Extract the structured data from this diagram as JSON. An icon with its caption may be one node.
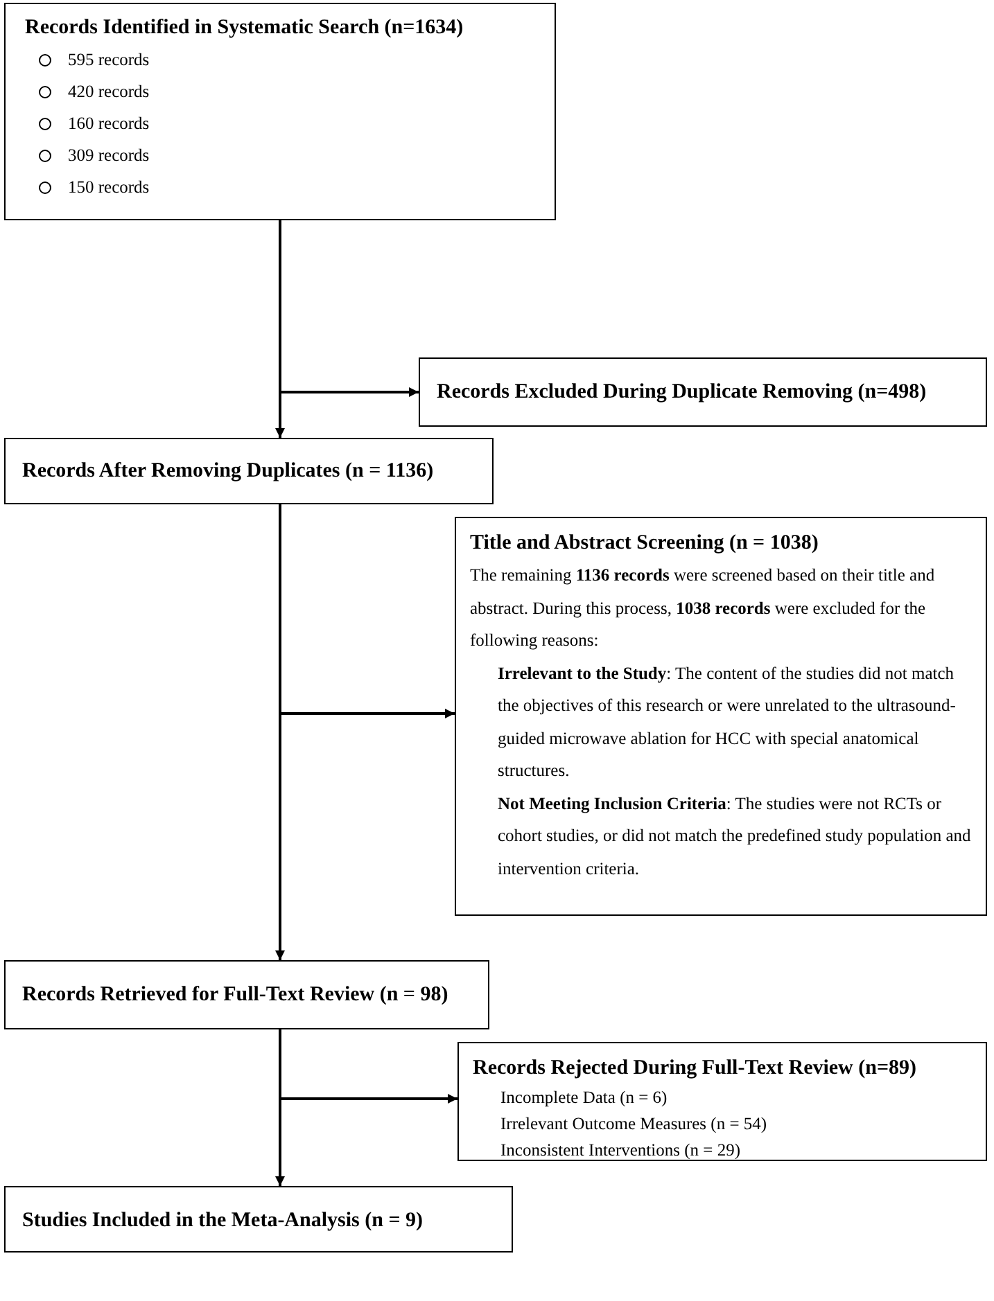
{
  "diagram": {
    "nodes": [
      {
        "text": [
          "Records Identified in Systematic Search (n=1634)",
          "595 records",
          "420 records",
          "160 records",
          "309 records",
          "150 records"
        ]
      },
      {
        "text": [
          "Records Excluded During Duplicate Removing (n=498)"
        ]
      },
      {
        "text": [
          "Records After Removing Duplicates (n = 1136)"
        ]
      },
      {
        "text": [
          "Title and Abstract Screening (n = 1038)",
          "The remaining **1136 records** were screened based on their title and abstract. During this process, **1038 records** were excluded for the following reasons:",
          "**Irrelevant to the Study**: The content of the studies did not match the objectives of this research or were unrelated to the ultrasound-guided microwave ablation for HCC with special anatomical structures.",
          "**Not Meeting Inclusion Criteria**: The studies were not RCTs or cohort studies, or did not match the predefined study population and intervention criteria."
        ]
      },
      {
        "text": [
          "Records Retrieved for Full-Text Review (n = 98)"
        ]
      },
      {
        "text": [
          "Records Rejected During Full-Text Review (n=89)",
          "Incomplete Data (n = 6)",
          "Irrelevant Outcome Measures (n = 54)",
          "Inconsistent Interventions (n = 29)"
        ]
      },
      {
        "text": [
          "Studies Included in the Meta-Analysis (n = 9)"
        ]
      }
    ],
    "edges": [
      {
        "from": 0,
        "to": 2,
        "arrow": "to"
      },
      {
        "from": 0,
        "to": 1,
        "arrow": "to"
      },
      {
        "from": 2,
        "to": 4,
        "arrow": "to"
      },
      {
        "from": 2,
        "to": 3,
        "arrow": "to"
      },
      {
        "from": 4,
        "to": 6,
        "arrow": "to"
      },
      {
        "from": 4,
        "to": 5,
        "arrow": "to"
      }
    ]
  }
}
